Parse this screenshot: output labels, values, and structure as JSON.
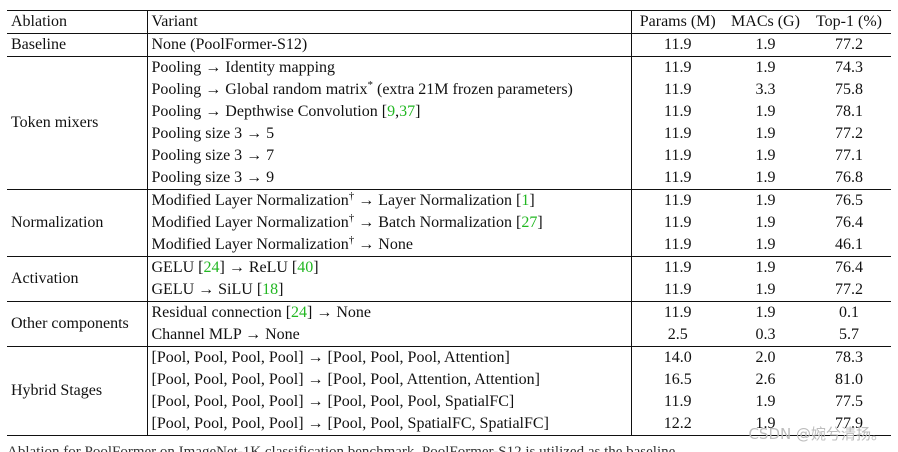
{
  "headers": {
    "ablation": "Ablation",
    "variant": "Variant",
    "params": "Params (M)",
    "macs": "MACs (G)",
    "top1": "Top-1 (%)"
  },
  "groups": [
    {
      "name": "Baseline",
      "rows": [
        {
          "variant": [
            {
              "t": "None (PoolFormer-S12)"
            }
          ],
          "params": "11.9",
          "macs": "1.9",
          "top1": "77.2"
        }
      ]
    },
    {
      "name": "Token mixers",
      "rows": [
        {
          "variant": [
            {
              "t": "Pooling → Identity mapping"
            }
          ],
          "params": "11.9",
          "macs": "1.9",
          "top1": "74.3"
        },
        {
          "variant": [
            {
              "t": "Pooling → Global random matrix"
            },
            {
              "t": "*",
              "sup": true
            },
            {
              "t": " (extra 21M frozen parameters)"
            }
          ],
          "params": "11.9",
          "macs": "3.3",
          "top1": "75.8"
        },
        {
          "variant": [
            {
              "t": "Pooling → Depthwise Convolution ["
            },
            {
              "t": "9",
              "ref": true
            },
            {
              "t": ","
            },
            {
              "t": "37",
              "ref": true
            },
            {
              "t": "]"
            }
          ],
          "params": "11.9",
          "macs": "1.9",
          "top1": "78.1"
        },
        {
          "variant": [
            {
              "t": "Pooling size 3 → 5"
            }
          ],
          "params": "11.9",
          "macs": "1.9",
          "top1": "77.2"
        },
        {
          "variant": [
            {
              "t": "Pooling size 3 → 7"
            }
          ],
          "params": "11.9",
          "macs": "1.9",
          "top1": "77.1"
        },
        {
          "variant": [
            {
              "t": "Pooling size 3 → 9"
            }
          ],
          "params": "11.9",
          "macs": "1.9",
          "top1": "76.8"
        }
      ]
    },
    {
      "name": "Normalization",
      "rows": [
        {
          "variant": [
            {
              "t": "Modified Layer Normalization"
            },
            {
              "t": "†",
              "sup": true
            },
            {
              "t": " → Layer Normalization ["
            },
            {
              "t": "1",
              "ref": true
            },
            {
              "t": "]"
            }
          ],
          "params": "11.9",
          "macs": "1.9",
          "top1": "76.5"
        },
        {
          "variant": [
            {
              "t": "Modified Layer Normalization"
            },
            {
              "t": "†",
              "sup": true
            },
            {
              "t": " → Batch Normalization ["
            },
            {
              "t": "27",
              "ref": true
            },
            {
              "t": "]"
            }
          ],
          "params": "11.9",
          "macs": "1.9",
          "top1": "76.4"
        },
        {
          "variant": [
            {
              "t": "Modified Layer Normalization"
            },
            {
              "t": "†",
              "sup": true
            },
            {
              "t": " → None"
            }
          ],
          "params": "11.9",
          "macs": "1.9",
          "top1": "46.1"
        }
      ]
    },
    {
      "name": "Activation",
      "rows": [
        {
          "variant": [
            {
              "t": "GELU ["
            },
            {
              "t": "24",
              "ref": true
            },
            {
              "t": "] → ReLU ["
            },
            {
              "t": "40",
              "ref": true
            },
            {
              "t": "]"
            }
          ],
          "params": "11.9",
          "macs": "1.9",
          "top1": "76.4"
        },
        {
          "variant": [
            {
              "t": "GELU → SiLU ["
            },
            {
              "t": "18",
              "ref": true
            },
            {
              "t": "]"
            }
          ],
          "params": "11.9",
          "macs": "1.9",
          "top1": "77.2"
        }
      ]
    },
    {
      "name": "Other components",
      "rows": [
        {
          "variant": [
            {
              "t": "Residual connection ["
            },
            {
              "t": "24",
              "ref": true
            },
            {
              "t": "] → None"
            }
          ],
          "params": "11.9",
          "macs": "1.9",
          "top1": "0.1"
        },
        {
          "variant": [
            {
              "t": "Channel MLP → None"
            }
          ],
          "params": "2.5",
          "macs": "0.3",
          "top1": "5.7"
        }
      ]
    },
    {
      "name": "Hybrid Stages",
      "rows": [
        {
          "variant": [
            {
              "t": "[Pool, Pool, Pool, Pool] → [Pool, Pool, Pool, Attention]"
            }
          ],
          "params": "14.0",
          "macs": "2.0",
          "top1": "78.3"
        },
        {
          "variant": [
            {
              "t": "[Pool, Pool, Pool, Pool] → [Pool, Pool, Attention, Attention]"
            }
          ],
          "params": "16.5",
          "macs": "2.6",
          "top1": "81.0"
        },
        {
          "variant": [
            {
              "t": "[Pool, Pool, Pool, Pool] → [Pool, Pool, Pool, SpatialFC]"
            }
          ],
          "params": "11.9",
          "macs": "1.9",
          "top1": "77.5"
        },
        {
          "variant": [
            {
              "t": "[Pool, Pool, Pool, Pool] → [Pool, Pool, SpatialFC, SpatialFC]"
            }
          ],
          "params": "12.2",
          "macs": "1.9",
          "top1": "77.9"
        }
      ]
    }
  ],
  "watermark": "CSDN @婉兮清扬。",
  "caption": "Ablation for PoolFormer on ImageNet-1K classification benchmark. PoolFormer-S12 is utilized as the baseline"
}
